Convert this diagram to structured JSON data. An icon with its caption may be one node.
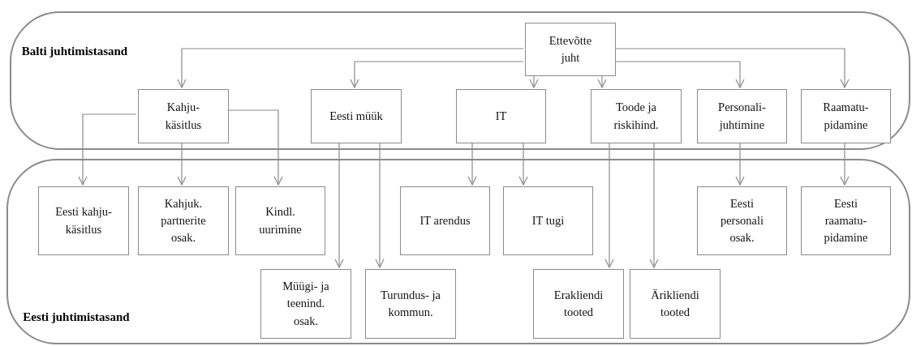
{
  "diagram": {
    "nodes": [
      {
        "text": [
          "Balti juhtimistasand"
        ]
      },
      {
        "text": [
          "Ettevõtte juht"
        ],
        "in": 0
      },
      {
        "text": [
          "Kahju-käsitlus"
        ],
        "in": 0
      },
      {
        "text": [
          "Eesti müük"
        ],
        "in": 0
      },
      {
        "text": [
          "IT"
        ],
        "in": 0
      },
      {
        "text": [
          "Toode ja riskihind."
        ],
        "in": 0
      },
      {
        "text": [
          "Personali-juhtimine"
        ],
        "in": 0
      },
      {
        "text": [
          "Raamatu-pidamine"
        ],
        "in": 0
      },
      {
        "text": [
          "Eesti juhtimistasand"
        ]
      },
      {
        "text": [
          "Eesti kahju-käsitlus"
        ],
        "in": 8
      },
      {
        "text": [
          "Kahjuk. partnerite osak."
        ],
        "in": 8
      },
      {
        "text": [
          "Kindl. uurimine"
        ],
        "in": 8
      },
      {
        "text": [
          "IT arendus"
        ],
        "in": 8
      },
      {
        "text": [
          "IT tugi"
        ],
        "in": 8
      },
      {
        "text": [
          "Eesti personali osak."
        ],
        "in": 8
      },
      {
        "text": [
          "Eesti raamatu-pidamine"
        ],
        "in": 8
      },
      {
        "text": [
          "Müügi- ja teenind. osak."
        ],
        "in": 8
      },
      {
        "text": [
          "Turundus- ja kommun."
        ],
        "in": 8
      },
      {
        "text": [
          "Erakliendi tooted"
        ],
        "in": 8
      },
      {
        "text": [
          "Ärikliendi tooted"
        ],
        "in": 8
      }
    ],
    "edges": [
      {
        "from": 1,
        "to": 2,
        "arrow": "to"
      },
      {
        "from": 1,
        "to": 3,
        "arrow": "to"
      },
      {
        "from": 1,
        "to": 4,
        "arrow": "to"
      },
      {
        "from": 1,
        "to": 5,
        "arrow": "to"
      },
      {
        "from": 1,
        "to": 6,
        "arrow": "to"
      },
      {
        "from": 1,
        "to": 7,
        "arrow": "to"
      },
      {
        "from": 2,
        "to": 9,
        "arrow": "to"
      },
      {
        "from": 2,
        "to": 10,
        "arrow": "to"
      },
      {
        "from": 2,
        "to": 11,
        "arrow": "to"
      },
      {
        "from": 3,
        "to": 16,
        "arrow": "to"
      },
      {
        "from": 3,
        "to": 17,
        "arrow": "to"
      },
      {
        "from": 4,
        "to": 12,
        "arrow": "to"
      },
      {
        "from": 4,
        "to": 13,
        "arrow": "to"
      },
      {
        "from": 5,
        "to": 18,
        "arrow": "to"
      },
      {
        "from": 5,
        "to": 19,
        "arrow": "to"
      },
      {
        "from": 6,
        "to": 14,
        "arrow": "to"
      },
      {
        "from": 7,
        "to": 15,
        "arrow": "to"
      }
    ]
  }
}
